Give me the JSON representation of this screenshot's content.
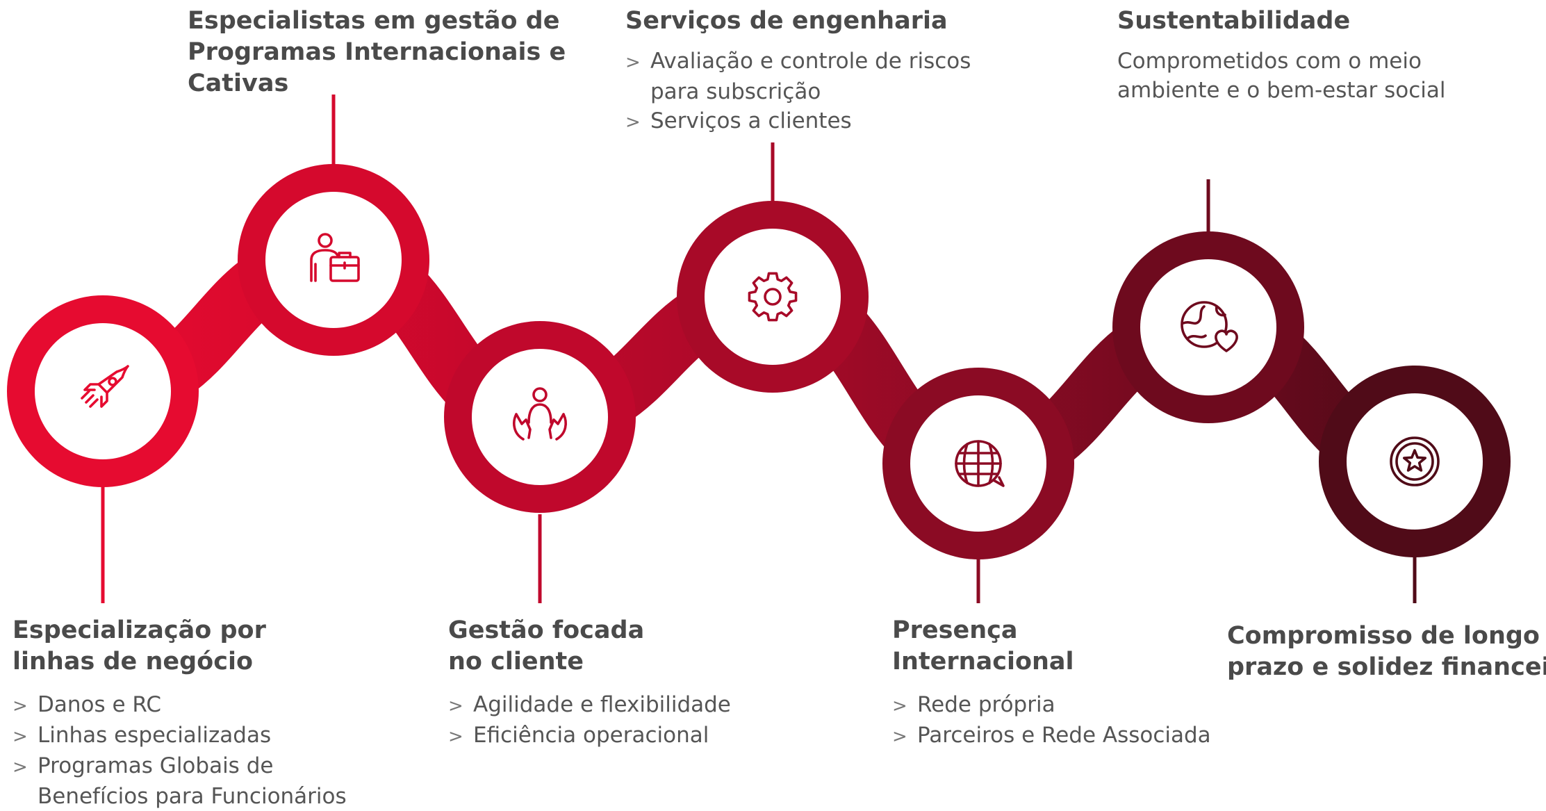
{
  "colors": {
    "c1": "#e60b30",
    "c2": "#d5092d",
    "c3": "#c0082c",
    "c4": "#a80a28",
    "c5": "#8b0b24",
    "c6": "#6e0a1e",
    "c7": "#500b18",
    "text": "#4a4a4a"
  },
  "steps": [
    {
      "icon": "rocket-icon",
      "title_lines": [
        "Especialização por",
        "linhas de negócio"
      ],
      "items": [
        {
          "lines": [
            "Danos e RC"
          ]
        },
        {
          "lines": [
            "Linhas especializadas"
          ]
        },
        {
          "lines": [
            "Programas Globais de",
            "Benefícios para Funcionários"
          ]
        }
      ]
    },
    {
      "icon": "person-briefcase-icon",
      "title_lines": [
        "Especialistas em gestão de",
        "Programas Internacionais e",
        "Cativas"
      ]
    },
    {
      "icon": "hands-person-icon",
      "title_lines": [
        "Gestão focada",
        "no cliente"
      ],
      "items": [
        {
          "lines": [
            "Agilidade e flexibilidade"
          ]
        },
        {
          "lines": [
            "Eficiência operacional"
          ]
        }
      ]
    },
    {
      "icon": "gear-icon",
      "title_lines": [
        "Serviços de engenharia"
      ],
      "items": [
        {
          "lines": [
            "Avaliação e controle de riscos",
            "para subscrição"
          ]
        },
        {
          "lines": [
            "Serviços a clientes"
          ]
        }
      ]
    },
    {
      "icon": "globe-grid-icon",
      "title_lines": [
        "Presença",
        "Internacional"
      ],
      "items": [
        {
          "lines": [
            "Rede própria"
          ]
        },
        {
          "lines": [
            "Parceiros e Rede Associada"
          ]
        }
      ]
    },
    {
      "icon": "earth-heart-icon",
      "title_lines": [
        "Sustentabilidade"
      ],
      "desc_lines": [
        "Comprometidos com o meio",
        "ambiente e o bem-estar social"
      ]
    },
    {
      "icon": "star-badge-icon",
      "title_lines": [
        "Compromisso de longo",
        "prazo e solidez financeira"
      ]
    }
  ]
}
